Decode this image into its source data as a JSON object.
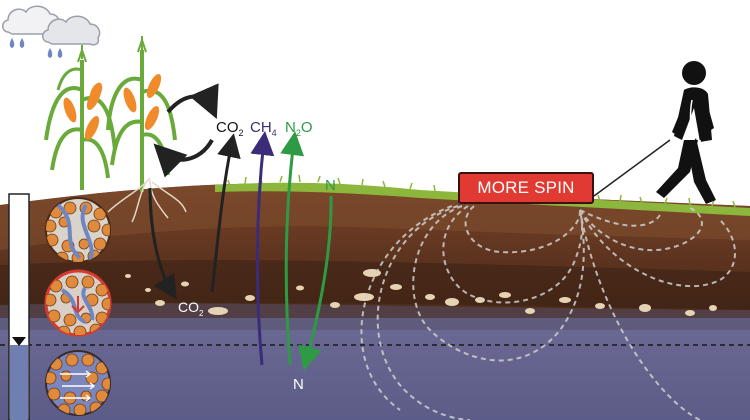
{
  "labels": {
    "co2_top": {
      "main": "CO",
      "sub": "2"
    },
    "ch4": {
      "main": "CH",
      "sub": "4"
    },
    "n2o": {
      "main": "N",
      "sub": "2",
      "tail": "O"
    },
    "n_top": "N",
    "n_bottom": "N",
    "co2_soil": {
      "main": "CO",
      "sub": "2"
    }
  },
  "device": {
    "label": "MORE SPIN"
  },
  "colors": {
    "sky": "#ffffff",
    "grass": "#8db63c",
    "soil_top": "#6b3a24",
    "soil_mid": "#4a2a18",
    "soil_deep": "#3a2014",
    "groundwater": "#6e6e9a",
    "ch4_arrow": "#3b2c7a",
    "n_arrow": "#2e9a44",
    "co2_arrow": "#222222",
    "device_box": "#e03a33",
    "water_gauge": "#6f7fb0",
    "maize_leaf": "#6aaa3a",
    "maize_cob": "#f08a2a"
  },
  "icons": [
    "cloud-icon",
    "rain-drop-icon",
    "maize-plant-icon",
    "walking-person-icon",
    "water-table-marker-icon",
    "soil-aggregate-icon"
  ]
}
